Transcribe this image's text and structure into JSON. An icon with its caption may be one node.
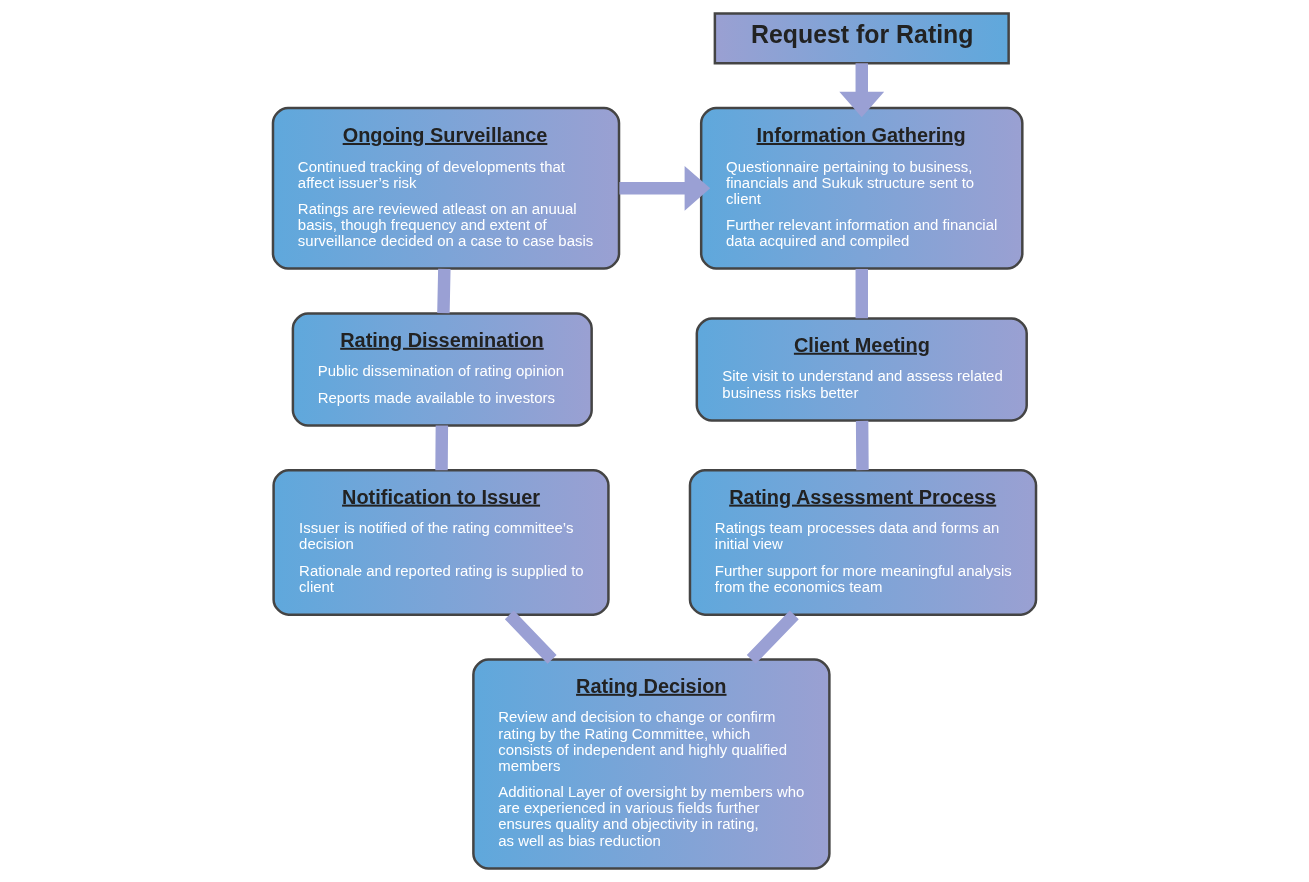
{
  "diagram": {
    "nodes": [
      {
        "text": [
          "Request for Rating"
        ]
      },
      {
        "text": [
          "Information Gathering",
          "Questionnaire pertaining to business, financials and Sukuk structure sent to client",
          "Further relevant information and financial data acquired and compiled"
        ]
      },
      {
        "text": [
          "Client Meeting",
          "Site visit to understand and assess related business risks better"
        ]
      },
      {
        "text": [
          "Rating Assessment Process",
          "Ratings team processes data and forms an initial view",
          "Further support for more meaningful analysis from the economics team"
        ]
      },
      {
        "text": [
          "Rating Decision",
          "Review and decision to change or confirm rating by the Rating Committee, which consists of independent and highly qualified members",
          "Additional Layer of oversight by members who are experienced in various fields further ensures quality and objectivity in rating, as well as bias reduction"
        ]
      },
      {
        "text": [
          "Notification to Issuer",
          "Issuer is notified of the rating committee’s decision",
          "Rationale and reported rating is supplied to client"
        ]
      },
      {
        "text": [
          "Rating Dissemination",
          "Public dissemination of rating opinion",
          "Reports made available to investors"
        ]
      },
      {
        "text": [
          "Ongoing Surveillance",
          "Continued tracking of developments that affect issuer’s risk",
          "Ratings are reviewed atleast on an anuual basis, though frequency and extent of surveillance decided on a case to case basis"
        ]
      }
    ],
    "edges": [
      {
        "from": 0,
        "to": 1,
        "arrow": "to"
      },
      {
        "from": 1,
        "to": 2,
        "arrow": "none"
      },
      {
        "from": 2,
        "to": 3,
        "arrow": "none"
      },
      {
        "from": 3,
        "to": 4,
        "arrow": "none"
      },
      {
        "from": 4,
        "to": 5,
        "arrow": "none"
      },
      {
        "from": 5,
        "to": 6,
        "arrow": "none"
      },
      {
        "from": 6,
        "to": 7,
        "arrow": "none"
      },
      {
        "from": 7,
        "to": 1,
        "arrow": "to"
      }
    ]
  }
}
